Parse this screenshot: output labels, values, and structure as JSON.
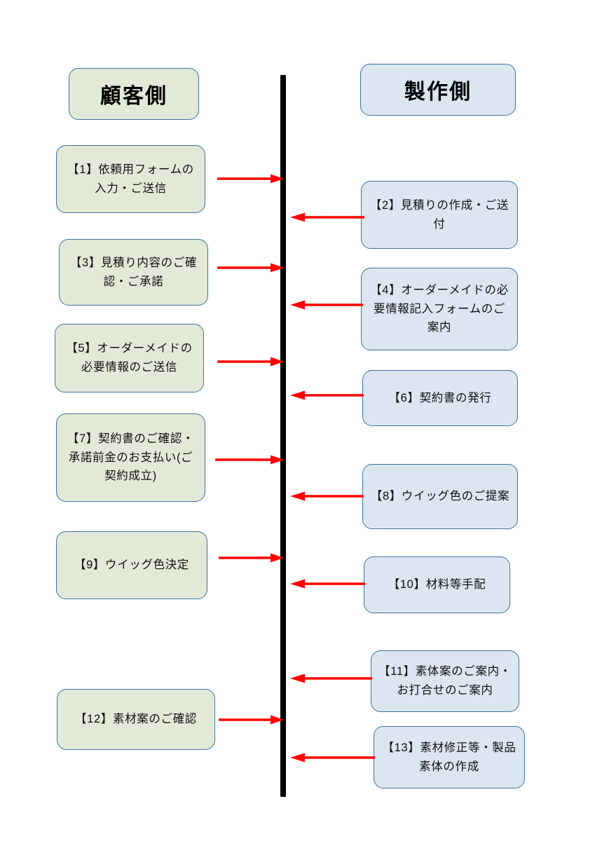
{
  "diagram": {
    "title_left": "顧客側",
    "title_right": "製作側",
    "colors": {
      "customer_fill": "#e2e9d8",
      "maker_fill": "#dce6f1",
      "box_border": "#41719c",
      "arrow": "#ff0000",
      "divider": "#000000"
    },
    "lanes": [
      {
        "id": "customer",
        "label": "顧客側"
      },
      {
        "id": "maker",
        "label": "製作側"
      }
    ],
    "steps": [
      {
        "number": "1",
        "lane": "customer",
        "text": "【1】依頼用フォームの入力・ご送信"
      },
      {
        "number": "2",
        "lane": "maker",
        "text": "【2】見積りの作成・ご送付"
      },
      {
        "number": "3",
        "lane": "customer",
        "text": "【3】見積り内容のご確認・ご承諾"
      },
      {
        "number": "4",
        "lane": "maker",
        "text": "【4】オーダーメイドの必要情報記入フォームのご案内"
      },
      {
        "number": "5",
        "lane": "customer",
        "text": "【5】オーダーメイドの必要情報のご送信"
      },
      {
        "number": "6",
        "lane": "maker",
        "text": "【6】契約書の発行"
      },
      {
        "number": "7",
        "lane": "customer",
        "text": "【7】契約書のご確認・承諾前金のお支払い(ご契約成立)"
      },
      {
        "number": "8",
        "lane": "maker",
        "text": "【8】ウイッグ色のご提案"
      },
      {
        "number": "9",
        "lane": "customer",
        "text": "【9】ウイッグ色決定"
      },
      {
        "number": "10",
        "lane": "maker",
        "text": "【10】材料等手配"
      },
      {
        "number": "11",
        "lane": "maker",
        "text": "【11】素体案のご案内・お打合せのご案内"
      },
      {
        "number": "12",
        "lane": "customer",
        "text": "【12】素材案のご確認"
      },
      {
        "number": "13",
        "lane": "maker",
        "text": "【13】素材修正等・製品素体の作成"
      }
    ],
    "arrows": [
      {
        "from_step": "1",
        "direction": "right"
      },
      {
        "from_step": "2",
        "direction": "left"
      },
      {
        "from_step": "3",
        "direction": "right"
      },
      {
        "from_step": "4",
        "direction": "left"
      },
      {
        "from_step": "5",
        "direction": "right"
      },
      {
        "from_step": "6",
        "direction": "left"
      },
      {
        "from_step": "7",
        "direction": "right"
      },
      {
        "from_step": "8",
        "direction": "left"
      },
      {
        "from_step": "9",
        "direction": "right"
      },
      {
        "from_step": "10",
        "direction": "left"
      },
      {
        "from_step": "11",
        "direction": "left"
      },
      {
        "from_step": "12",
        "direction": "right"
      },
      {
        "from_step": "13",
        "direction": "left"
      }
    ]
  }
}
